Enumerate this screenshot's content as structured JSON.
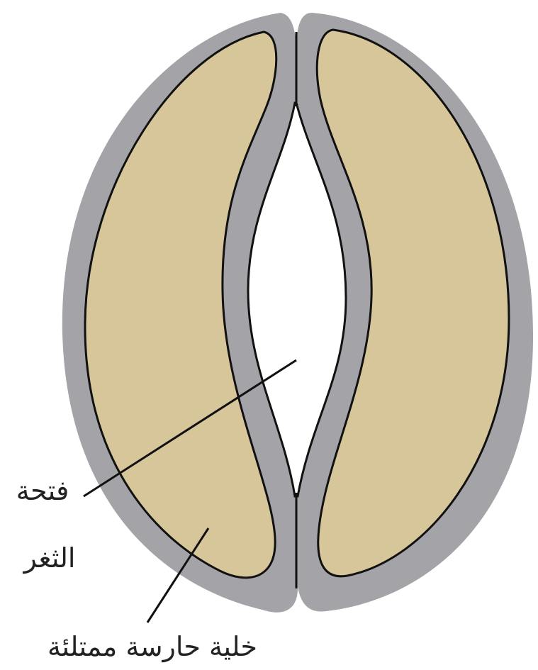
{
  "labels": {
    "opening_line1": "فتحة",
    "opening_line2": "الثغر",
    "guard_cell": "خلية حارسة ممتلئة"
  },
  "colors": {
    "wall": "#a4a4a8",
    "cytoplasm": "#d6c699",
    "outline": "#111111",
    "pore": "#ffffff",
    "text": "#222222"
  }
}
